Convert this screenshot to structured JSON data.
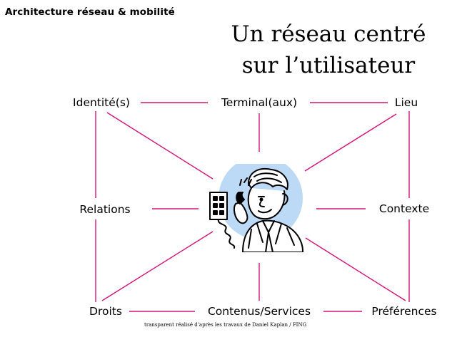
{
  "header": {
    "course_title": "Architecture réseau & mobilité"
  },
  "slide": {
    "title_line1": "Un réseau centré",
    "title_line2": "sur l’utilisateur",
    "credit": "transparent réalisé d’après les travaux de Daniel Kaplan / FING"
  },
  "diagram": {
    "edge_color": "#d4147a",
    "center": {
      "icon": "user-with-phone-icon",
      "halo_color": "#bcd9f5"
    },
    "nodes": {
      "identite": "Identité(s)",
      "terminal": "Terminal(aux)",
      "lieu": "Lieu",
      "relations": "Relations",
      "contexte": "Contexte",
      "droits": "Droits",
      "contenus": "Contenus/Services",
      "preferences": "Préférences"
    }
  }
}
